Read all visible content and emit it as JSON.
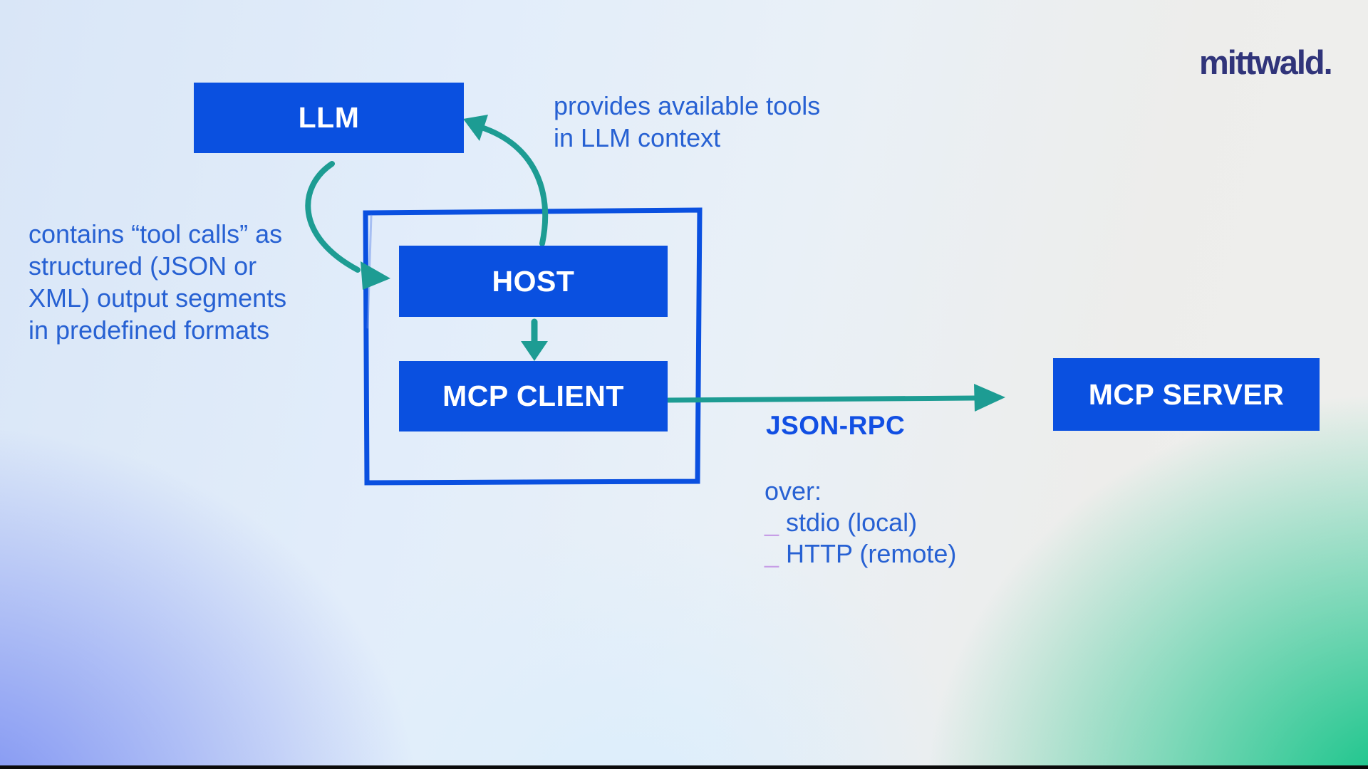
{
  "brand": {
    "logo_text": "mittwald."
  },
  "nodes": {
    "llm": {
      "label": "LLM"
    },
    "host": {
      "label": "HOST"
    },
    "mcp_client": {
      "label": "MCP CLIENT"
    },
    "mcp_server": {
      "label": "MCP SERVER"
    }
  },
  "annotations": {
    "provides_tools": {
      "lines": [
        "provides available tools",
        "in LLM context"
      ]
    },
    "tool_calls": {
      "lines": [
        "contains “tool calls” as",
        "structured (JSON or",
        "XML) output segments",
        "in predefined formats"
      ]
    },
    "protocol": {
      "label": "JSON-RPC"
    },
    "transport": {
      "heading": "over:",
      "bullet": "_",
      "items": [
        "stdio (local)",
        "HTTP (remote)"
      ]
    }
  },
  "colors": {
    "node_fill": "#0a50e0",
    "node_text": "#ffffff",
    "arrow_teal": "#1d9c93",
    "annotation_blue": "#2761d3",
    "protocol_blue": "#114fe3",
    "logo_navy": "#30347a",
    "bullet_purple": "#c79ee6",
    "bg_bottom_left": "#7b8ff2",
    "bg_bottom_right": "#09c183"
  }
}
